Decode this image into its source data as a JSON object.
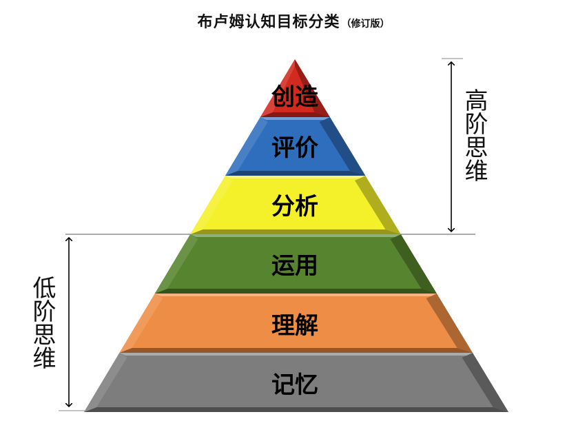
{
  "title": {
    "main": "布卢姆认知目标分类",
    "sub": "（修订版）"
  },
  "levels": [
    {
      "label": "创造",
      "color": "#d22a1f"
    },
    {
      "label": "评价",
      "color": "#2f6dbd"
    },
    {
      "label": "分析",
      "color": "#f4f02a"
    },
    {
      "label": "运用",
      "color": "#57842e"
    },
    {
      "label": "理解",
      "color": "#ee8d45"
    },
    {
      "label": "记忆",
      "color": "#7d7d7d"
    }
  ],
  "higher_order": {
    "label": "高阶思维"
  },
  "lower_order": {
    "label": "低阶思维"
  }
}
